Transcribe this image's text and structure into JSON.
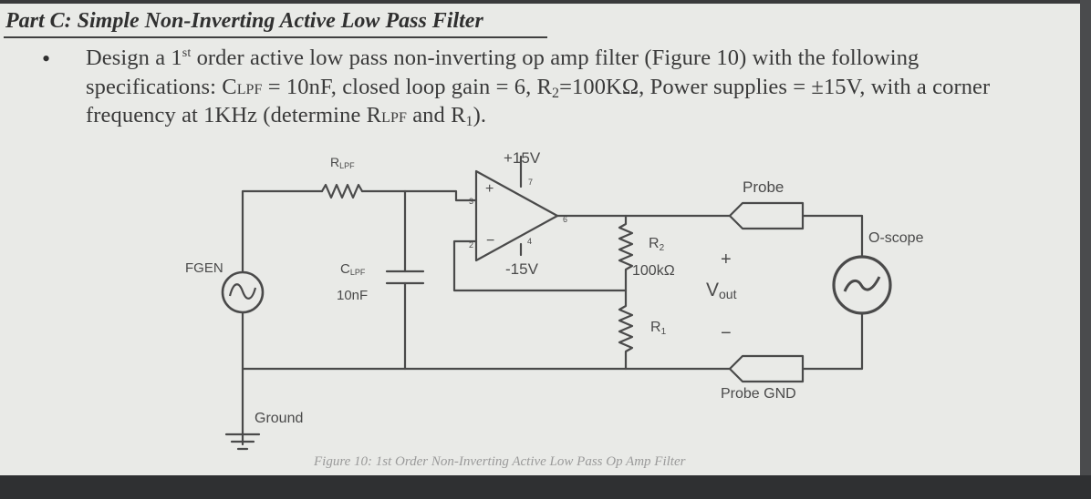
{
  "title": "Part C: Simple Non-Inverting Active Low Pass Filter",
  "bullet": "•",
  "paragraph": {
    "l1_a": "Design a 1",
    "l1_sup": "st",
    "l1_b": " order active low pass non-inverting op amp filter (Figure 10) with the following",
    "l2_a": "specifications: C",
    "l2_sc1": "LPF",
    "l2_b": " = 10nF, closed loop gain = 6, R",
    "l2_sub": "2",
    "l2_c": "=100KΩ, Power supplies = ±15V, with a corner",
    "l3_a": "frequency at 1KHz (determine R",
    "l3_sc": "LPF",
    "l3_b": " and R",
    "l3_sub": "1",
    "l3_c": ")."
  },
  "diagram": {
    "rlpf": {
      "main": "R",
      "sub": "LPF"
    },
    "clpf": {
      "main": "C",
      "sub": "LPF",
      "value": "10nF"
    },
    "r2": {
      "main": "R",
      "sub": "2",
      "value": "100kΩ"
    },
    "r1": {
      "main": "R",
      "sub": "1"
    },
    "vplus": "+15V",
    "vminus": "-15V",
    "pin3": "3",
    "pin2": "2",
    "pin7": "7",
    "pin4": "4",
    "pin6": "6",
    "in_plus": "+",
    "in_minus": "−",
    "fgen": "FGEN",
    "ground": "Ground",
    "probe": "Probe",
    "probe_gnd": "Probe GND",
    "oscope": "O-scope",
    "vout_plus": "+",
    "vout_minus": "−",
    "vout": {
      "main": "V",
      "sub": "out"
    }
  },
  "caption": "Figure 10: 1st Order Non-Inverting Active Low Pass Op Amp Filter"
}
